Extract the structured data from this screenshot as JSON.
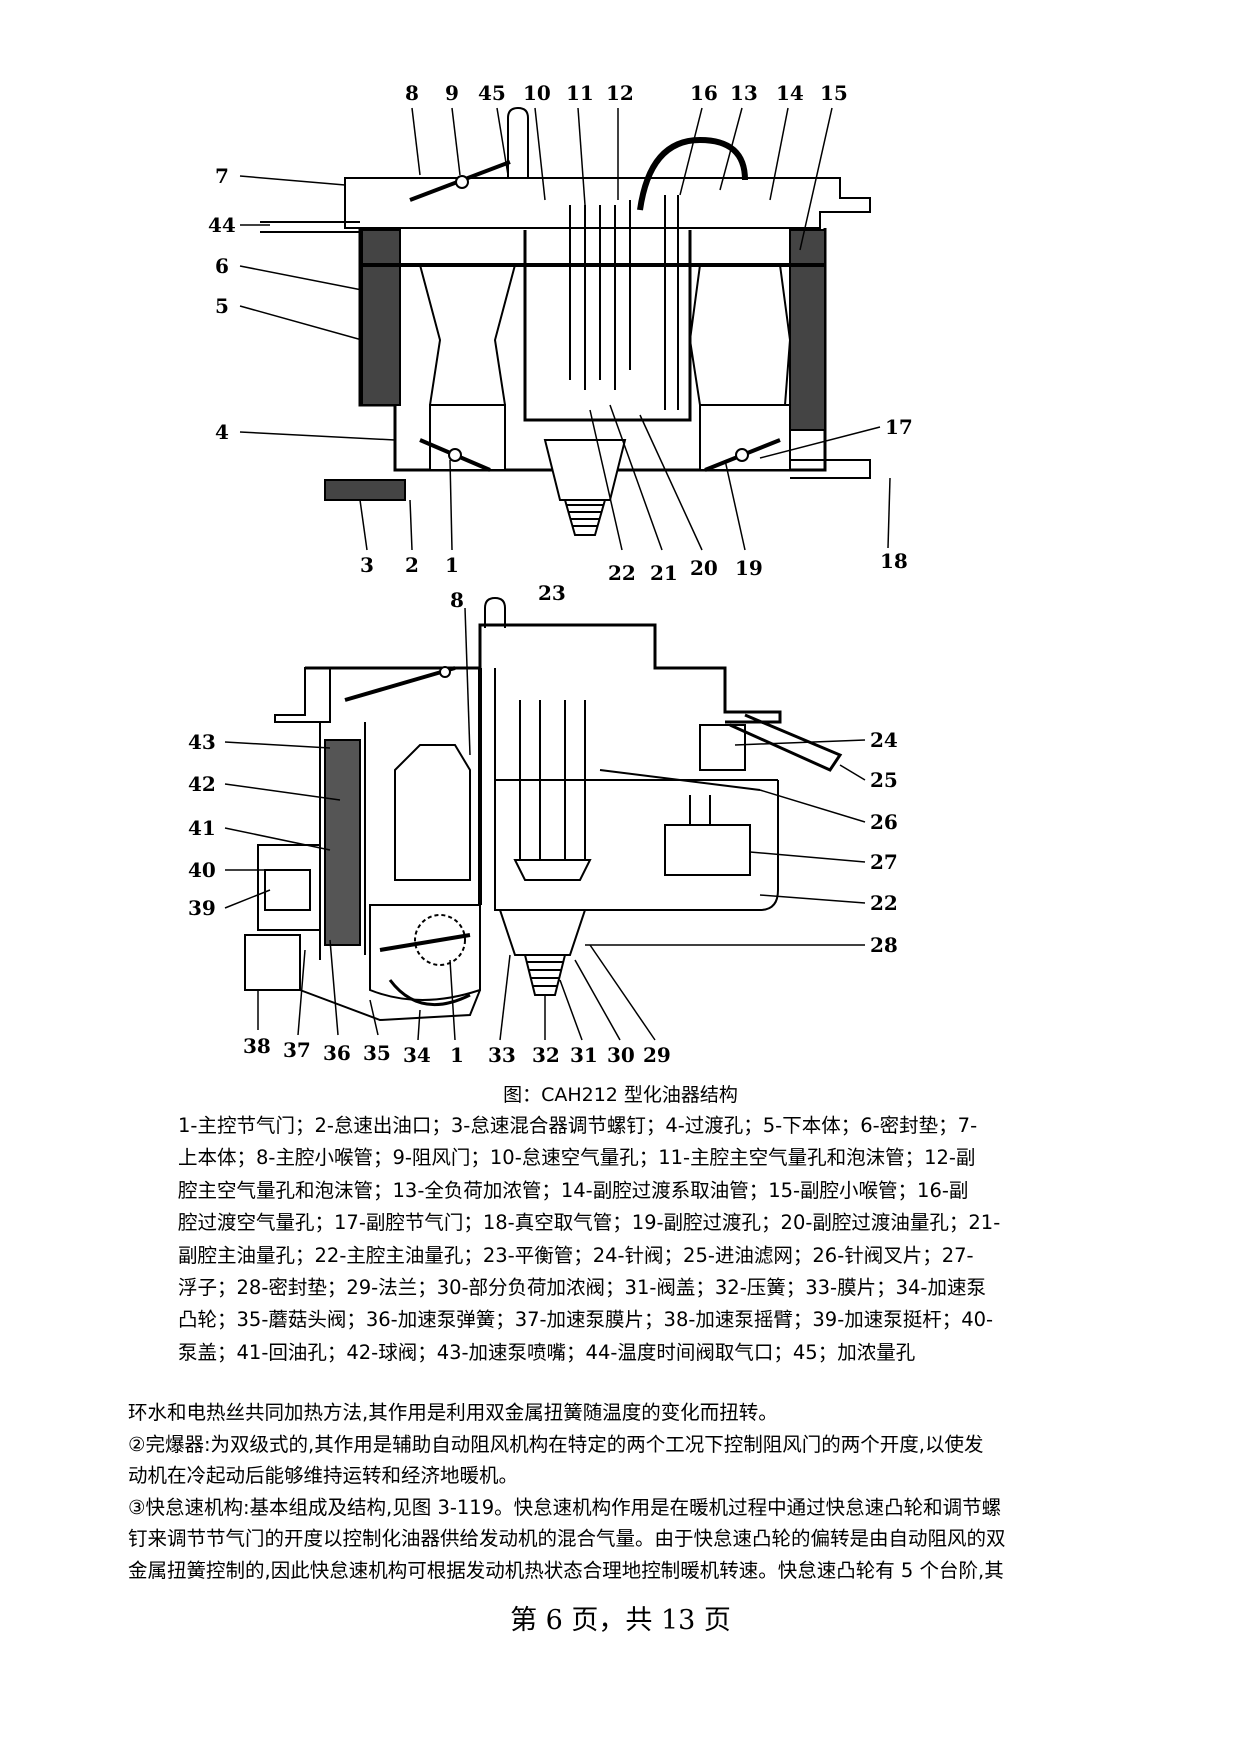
{
  "figure": {
    "top_labels_upper": [
      "8",
      "9",
      "45",
      "10",
      "11",
      "12",
      "16",
      "13",
      "14",
      "15"
    ],
    "left_labels_upper": [
      "7",
      "44",
      "6",
      "5",
      "4"
    ],
    "right_labels_upper": [
      "17",
      "18"
    ],
    "bottom_labels_upper": [
      "3",
      "2",
      "1",
      "22",
      "21",
      "20",
      "19"
    ],
    "top_labels_lower": [
      "8",
      "23"
    ],
    "left_labels_lower": [
      "43",
      "42",
      "41",
      "40",
      "39"
    ],
    "right_labels_lower": [
      "24",
      "25",
      "26",
      "27",
      "22",
      "28"
    ],
    "bottom_labels_lower": [
      "38",
      "37",
      "36",
      "35",
      "34",
      "1",
      "33",
      "32",
      "31",
      "30",
      "29"
    ]
  },
  "caption": "图：CAH212 型化油器结构",
  "legend_lines": [
    "1-主控节气门；2-怠速出油口；3-怠速混合器调节螺钉；4-过渡孔；5-下本体；6-密封垫；7-",
    "上本体；8-主腔小喉管；9-阻风门；10-怠速空气量孔；11-主腔主空气量孔和泡沫管；12-副",
    "腔主空气量孔和泡沫管；13-全负荷加浓管；14-副腔过渡系取油管；15-副腔小喉管；16-副",
    "腔过渡空气量孔；17-副腔节气门；18-真空取气管；19-副腔过渡孔；20-副腔过渡油量孔；21-",
    "副腔主油量孔；22-主腔主油量孔；23-平衡管；24-针阀；25-进油滤网；26-针阀叉片；27-",
    "浮子；28-密封垫；29-法兰；30-部分负荷加浓阀；31-阀盖；32-压簧；33-膜片；34-加速泵",
    "凸轮；35-蘑菇头阀；36-加速泵弹簧；37-加速泵膜片；38-加速泵摇臂；39-加速泵挺杆；40-",
    "泵盖；41-回油孔；42-球阀；43-加速泵喷嘴；44-温度时间阀取气口；45；加浓量孔"
  ],
  "body_paragraphs": [
    "环水和电热丝共同加热方法,其作用是利用双金属扭簧随温度的变化而扭转。",
    "②完爆器:为双级式的,其作用是辅助自动阻风机构在特定的两个工况下控制阻风门的两个开度,以使发",
    "动机在冷起动后能够维持运转和经济地暖机。",
    "③快怠速机构:基本组成及结构,见图 3-119。快怠速机构作用是在暖机过程中通过快怠速凸轮和调节螺",
    "钉来调节节气门的开度以控制化油器供给发动机的混合气量。由于快怠速凸轮的偏转是由自动阻风的双",
    "金属扭簧控制的,因此快怠速机构可根据发动机热状态合理地控制暖机转速。快怠速凸轮有 5 个台阶,其"
  ],
  "footer": "第 6 页，共 13 页"
}
